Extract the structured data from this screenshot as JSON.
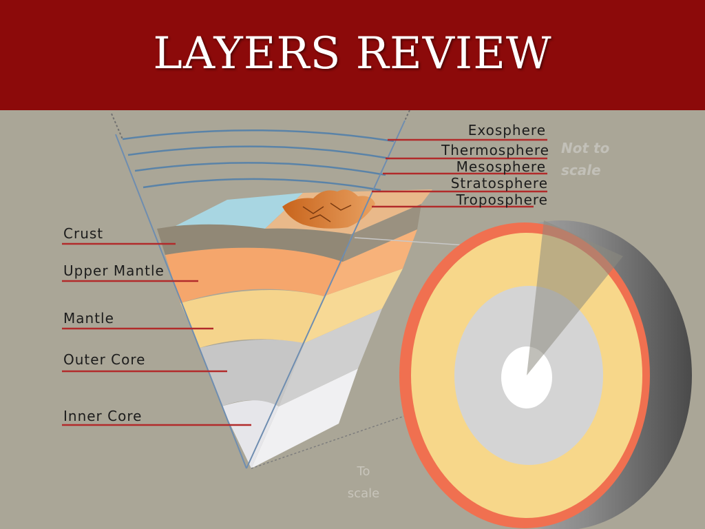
{
  "slide": {
    "title": "Layers Review"
  },
  "colors": {
    "title_bar": "#8c0a0a",
    "background": "#aaa697",
    "leader_line": "#b22a2a"
  },
  "atmosphere_labels": [
    "Exosphere",
    "Thermosphere",
    "Mesosphere",
    "Stratosphere",
    "Troposphere"
  ],
  "earth_labels": [
    "Crust",
    "Upper Mantle",
    "Mantle",
    "Outer Core",
    "Inner Core"
  ],
  "notes": {
    "atmosphere_note_line1": "Not to",
    "atmosphere_note_line2": "scale",
    "earth_note_line1": "To",
    "earth_note_line2": "scale"
  }
}
